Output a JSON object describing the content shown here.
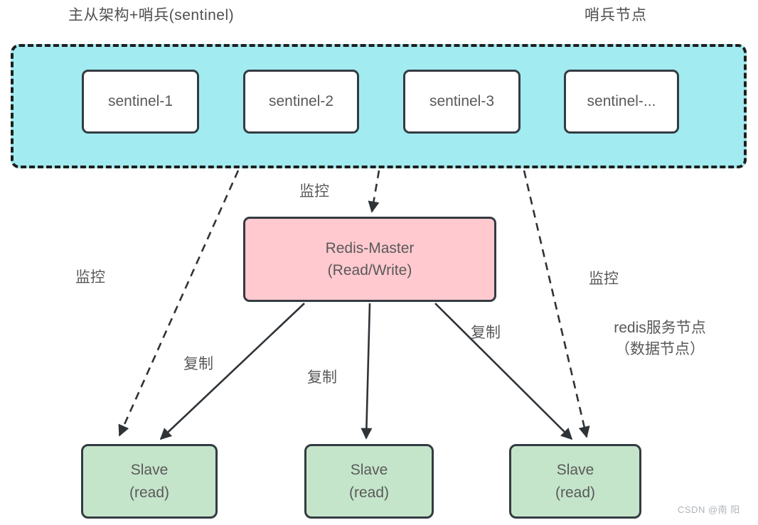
{
  "header": {
    "title": "主从架构+哨兵(sentinel)",
    "sentinel_zone_label": "哨兵节点"
  },
  "sentinels": [
    {
      "label": "sentinel-1"
    },
    {
      "label": "sentinel-2"
    },
    {
      "label": "sentinel-3"
    },
    {
      "label": "sentinel-..."
    }
  ],
  "master": {
    "name": "Redis-Master",
    "mode": "(Read/Write)"
  },
  "slaves": [
    {
      "name": "Slave",
      "mode": "(read)"
    },
    {
      "name": "Slave",
      "mode": "(read)"
    },
    {
      "name": "Slave",
      "mode": "(read)"
    }
  ],
  "edge_labels": {
    "monitor_left": "监控",
    "monitor_center": "监控",
    "monitor_right": "监控",
    "replicate_left": "复制",
    "replicate_center": "复制",
    "replicate_right": "复制"
  },
  "annotations": {
    "data_nodes_line1": "redis服务节点",
    "data_nodes_line2": "（数据节点）",
    "watermark": "CSDN @南 阳"
  },
  "colors": {
    "sentinel_zone_fill": "#A2EBF0",
    "master_fill": "#FFC9CF",
    "slave_fill": "#C5E5CB",
    "box_border": "#333B41",
    "arrow": "#2E3338",
    "text": "#595959",
    "title_text": "#4F4F4F",
    "watermark_text": "#AFB4B9"
  }
}
